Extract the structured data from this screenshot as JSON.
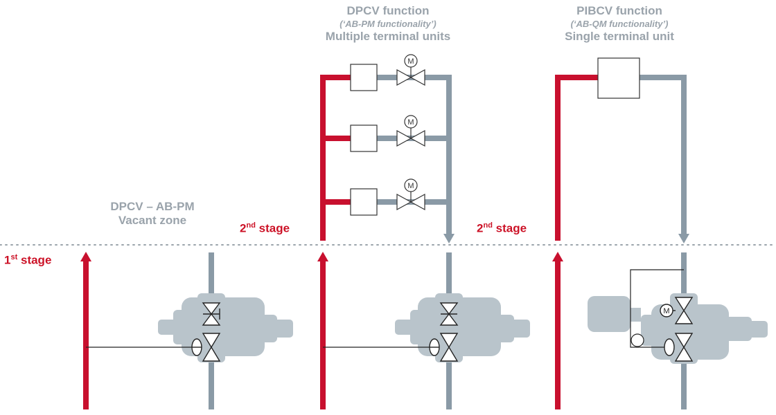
{
  "colors": {
    "supply": "#c8102e",
    "return": "#8a9aa6",
    "valve_body": "#b9c4cb",
    "dotted_line": "#9aa3ab",
    "text_grey": "#9aa3ab",
    "text_red": "#cc1126"
  },
  "labels": {
    "dpcv_function": {
      "title": "DPCV function",
      "subtitle": "(‘AB-PM functionality’)",
      "line3": "Multiple terminal units"
    },
    "pibcv_function": {
      "title": "PIBCV function",
      "subtitle": "(‘AB-QM functionality’)",
      "line3": "Single terminal unit"
    },
    "vacant_zone": {
      "line1": "DPCV – AB-PM",
      "line2": "Vacant zone"
    },
    "stage1": {
      "num": "1",
      "sup": "st",
      "text": "stage"
    },
    "stage2_left": {
      "num": "2",
      "sup": "nd",
      "text": "stage"
    },
    "stage2_right": {
      "num": "2",
      "sup": "nd",
      "text": "stage"
    }
  },
  "icons": {
    "motor": "M",
    "terminal_unit": "box",
    "valve": "bowtie-valve-icon",
    "pump": "circle-icon"
  }
}
